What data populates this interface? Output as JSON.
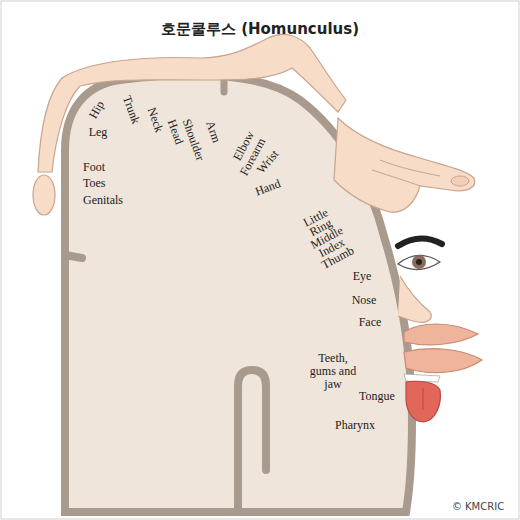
{
  "diagram": {
    "title": "호문쿨루스 (Homunculus)",
    "labels": [
      "Hip",
      "Trunk",
      "Neck",
      "Head",
      "Shoulder",
      "Arm",
      "Elbow",
      "Forearm",
      "Wrist",
      "Hand",
      "Leg",
      "Foot",
      "Toes",
      "Genitals",
      "Little",
      "Ring",
      "Middle",
      "Index",
      "Thumb",
      "Eye",
      "Nose",
      "Face",
      "Teeth, gums and jaw",
      "Tongue",
      "Pharynx",
      "© KMCRIC"
    ]
  }
}
